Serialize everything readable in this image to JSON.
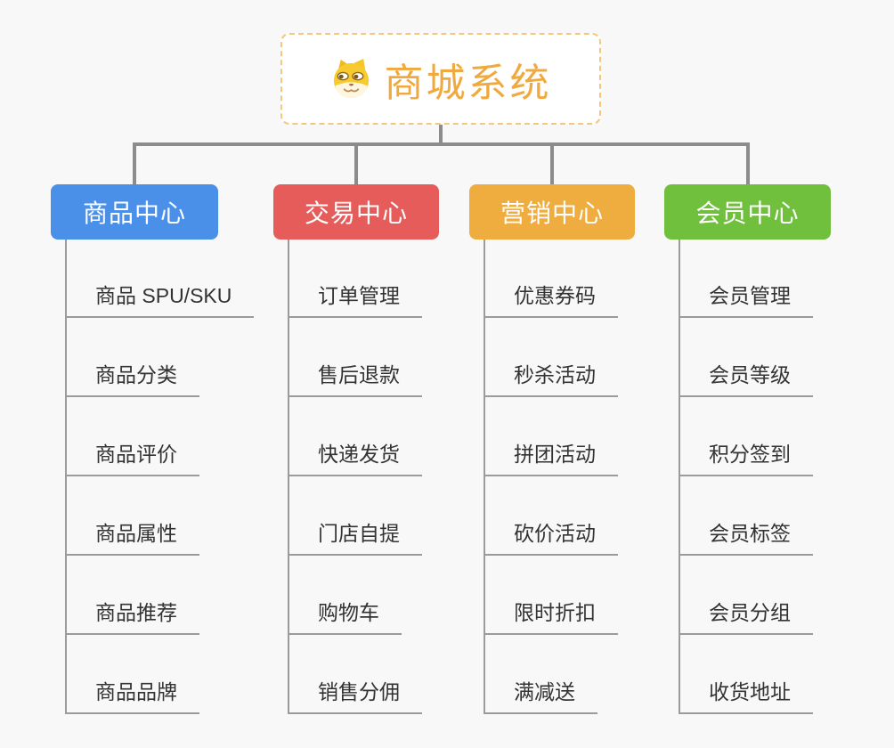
{
  "page": {
    "background": "#f8f8f8",
    "connector_color": "#8c8c8c"
  },
  "root": {
    "title": "商城系统",
    "icon": "dog-face-icon",
    "text_color": "#f0a93f",
    "border_color": "#f3c77d"
  },
  "branches": [
    {
      "label": "商品中心",
      "color": "#4a90e8",
      "children": [
        "商品 SPU/SKU",
        "商品分类",
        "商品评价",
        "商品属性",
        "商品推荐",
        "商品品牌"
      ]
    },
    {
      "label": "交易中心",
      "color": "#e65c5a",
      "children": [
        "订单管理",
        "售后退款",
        "快递发货",
        "门店自提",
        "购物车",
        "销售分佣"
      ]
    },
    {
      "label": "营销中心",
      "color": "#eead3e",
      "children": [
        "优惠券码",
        "秒杀活动",
        "拼团活动",
        "砍价活动",
        "限时折扣",
        "满减送"
      ]
    },
    {
      "label": "会员中心",
      "color": "#70c03d",
      "children": [
        "会员管理",
        "会员等级",
        "积分签到",
        "会员标签",
        "会员分组",
        "收货地址"
      ]
    }
  ]
}
